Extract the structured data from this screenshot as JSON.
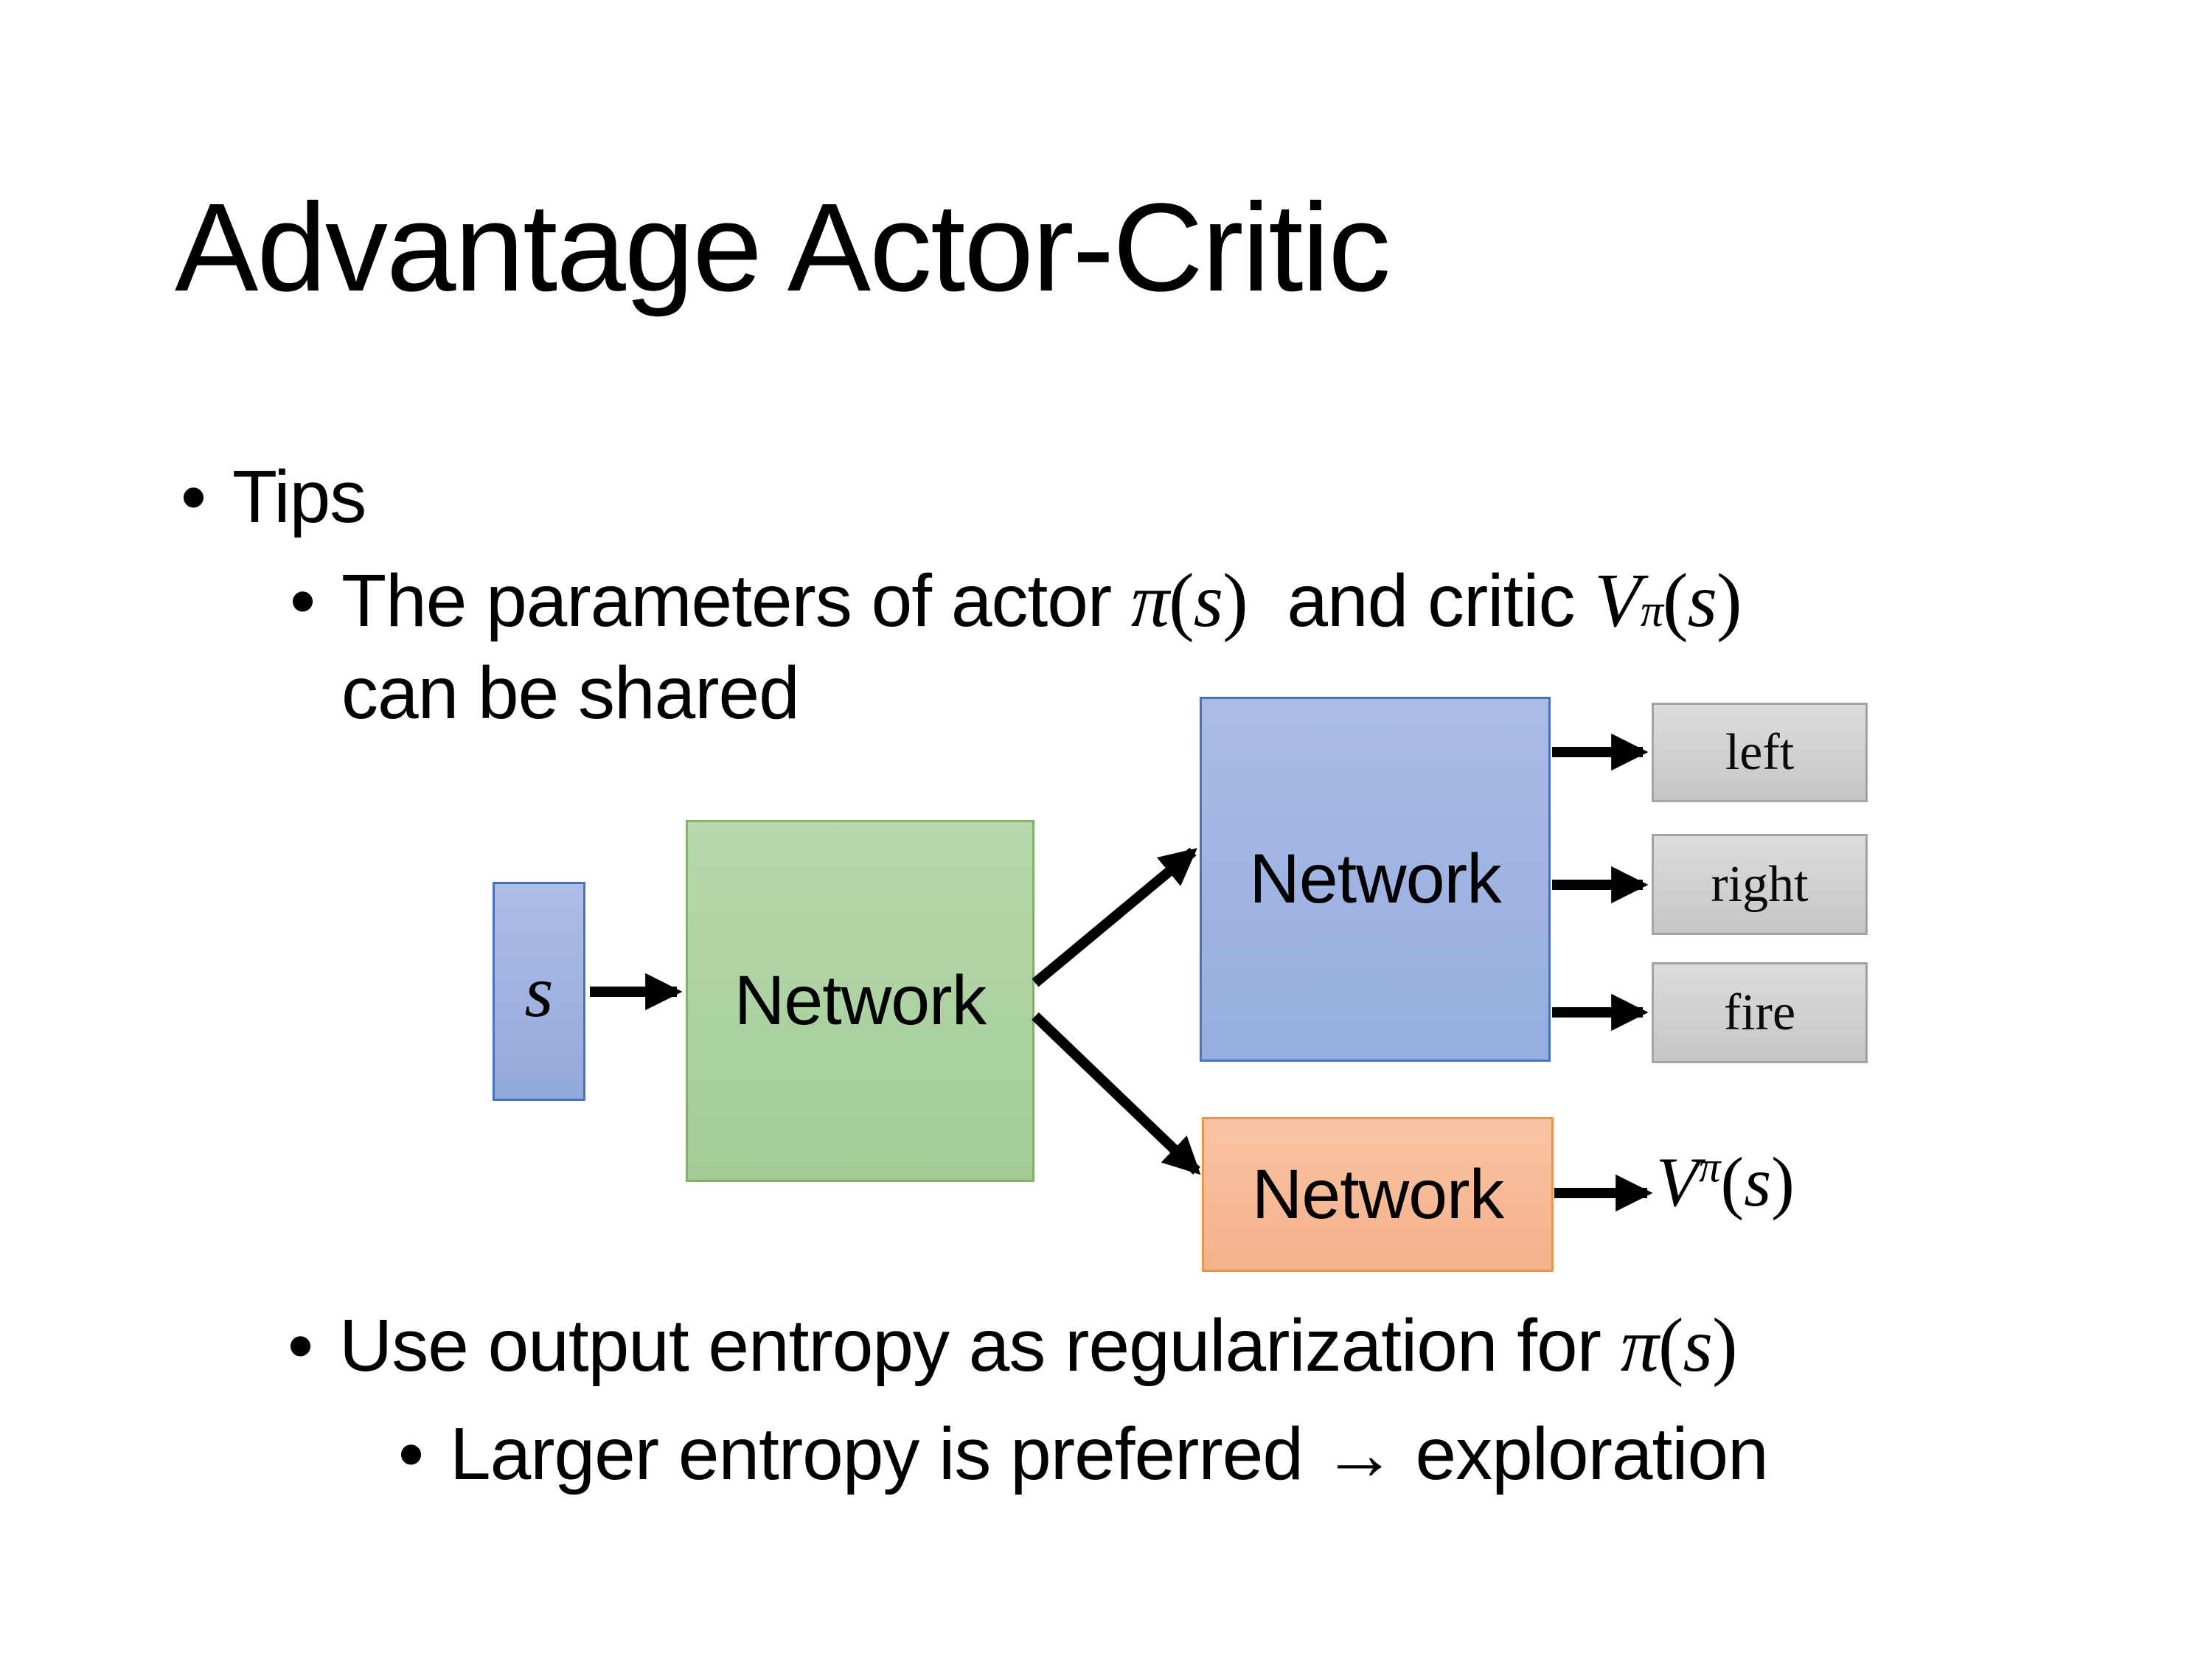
{
  "slide": {
    "title": "Advantage Actor-Critic"
  },
  "bullets": {
    "marker": "•",
    "tips": "Tips",
    "shared": {
      "before": "The parameters of actor ",
      "actor_pi": "π",
      "actor_open": "(",
      "actor_s": "s",
      "actor_close": ")",
      "mid": "  and critic ",
      "critic_V": "V",
      "critic_sup_pi": "π",
      "critic_open": "(",
      "critic_s": "s",
      "critic_close": ")",
      "line2": "can be shared"
    },
    "entropy": {
      "before": "Use output entropy as regularization for ",
      "pi": "π",
      "open": "(",
      "s": "s",
      "close": ")"
    },
    "exploration": {
      "before": "Larger entropy is preferred ",
      "arrow": "→",
      "after": " exploration"
    }
  },
  "diagram": {
    "state_label": "s",
    "shared_network_label": "Network",
    "actor_network_label": "Network",
    "critic_network_label": "Network",
    "actions": [
      "left",
      "right",
      "fire"
    ],
    "value_output": {
      "V": "V",
      "sup_pi": "π",
      "open": "(",
      "s": "s",
      "close": ")"
    },
    "colors": {
      "state_fill_top": "#aebde6",
      "state_fill_bottom": "#93a9db",
      "state_border": "#4a72c0",
      "shared_fill_top": "#b8d8ad",
      "shared_fill_bottom": "#a3cc97",
      "shared_border": "#84b169",
      "actor_fill_top": "#aabce6",
      "actor_fill_bottom": "#96addf",
      "actor_border": "#4a72c0",
      "critic_fill_top": "#f9c4a4",
      "critic_fill_bottom": "#f4b189",
      "critic_border": "#e9944f",
      "action_fill_top": "#dcdcdc",
      "action_fill_bottom": "#c6c6c6",
      "action_border": "#a3a3a3",
      "arrow": "#000000"
    }
  }
}
